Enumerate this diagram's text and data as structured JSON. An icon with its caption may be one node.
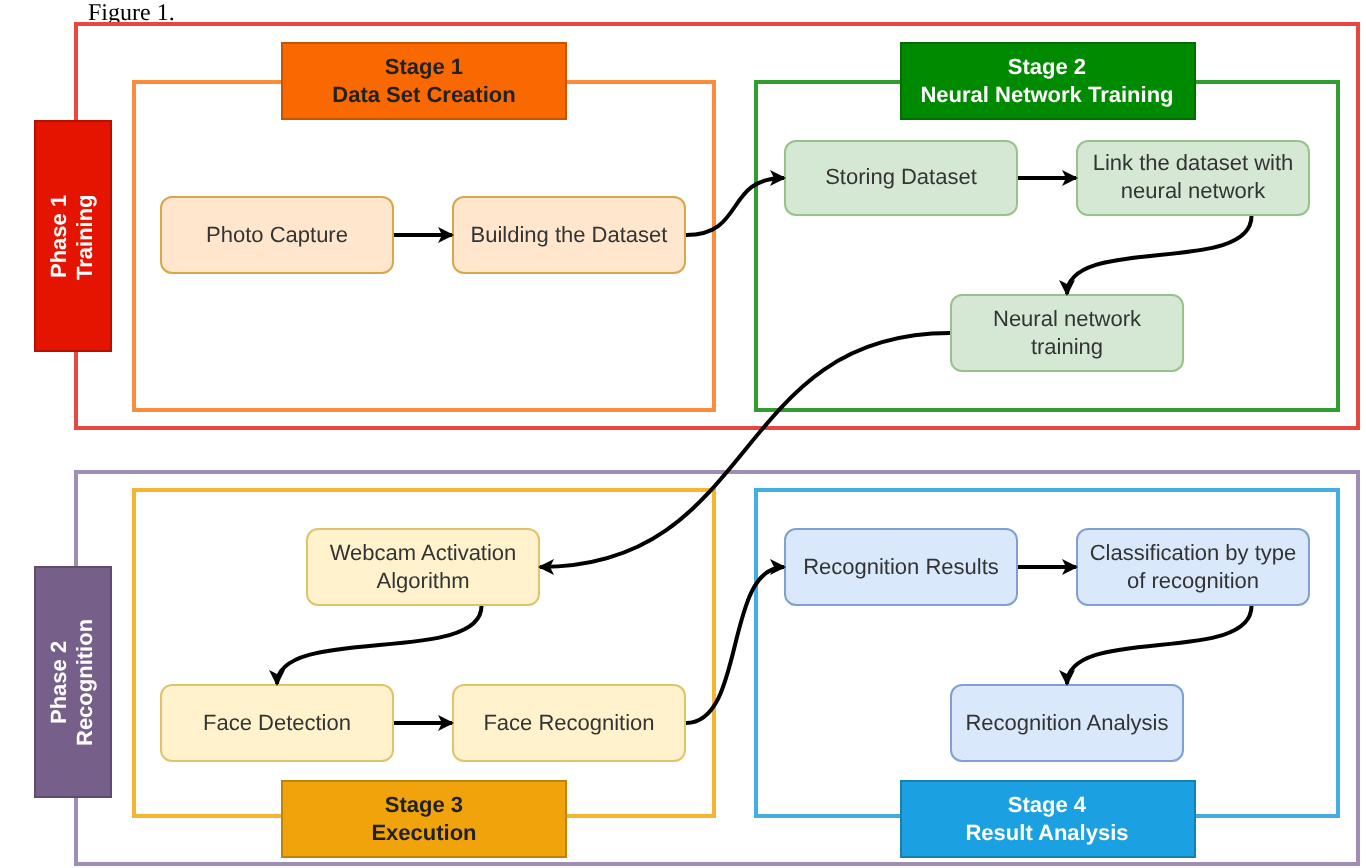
{
  "diagram": {
    "nodes": [
      {
        "text": [
          "Phase 1 Training"
        ]
      },
      {
        "text": [
          "Stage 1",
          "Data Set Creation"
        ],
        "in": 0
      },
      {
        "text": [
          "Photo Capture"
        ],
        "in": 1
      },
      {
        "text": [
          "Building the Dataset"
        ],
        "in": 1
      },
      {
        "text": [
          "Stage 2",
          "Neural Network Training"
        ],
        "in": 0
      },
      {
        "text": [
          "Storing Dataset"
        ],
        "in": 4
      },
      {
        "text": [
          "Link the dataset with neural network"
        ],
        "in": 4
      },
      {
        "text": [
          "Neural network training"
        ],
        "in": 4
      },
      {
        "text": [
          "Phase 2 Recognition"
        ]
      },
      {
        "text": [
          "Stage 3",
          "Execution"
        ],
        "in": 8
      },
      {
        "text": [
          "Webcam Activation Algorithm"
        ],
        "in": 9
      },
      {
        "text": [
          "Face Detection"
        ],
        "in": 9
      },
      {
        "text": [
          "Face Recognition"
        ],
        "in": 9
      },
      {
        "text": [
          "Stage 4",
          "Result Analysis"
        ],
        "in": 8
      },
      {
        "text": [
          "Recognition Results"
        ],
        "in": 13
      },
      {
        "text": [
          "Classification by type of recognition"
        ],
        "in": 13
      },
      {
        "text": [
          "Recognition Analysis"
        ],
        "in": 13
      }
    ],
    "edges": [
      {
        "from": 2,
        "to": 3,
        "arrow": "to"
      },
      {
        "from": 3,
        "to": 5,
        "arrow": "to"
      },
      {
        "from": 5,
        "to": 6,
        "arrow": "to"
      },
      {
        "from": 6,
        "to": 7,
        "arrow": "to"
      },
      {
        "from": 7,
        "to": 10,
        "arrow": "to"
      },
      {
        "from": 10,
        "to": 11,
        "arrow": "to"
      },
      {
        "from": 11,
        "to": 12,
        "arrow": "to"
      },
      {
        "from": 12,
        "to": 14,
        "arrow": "to"
      },
      {
        "from": 14,
        "to": 15,
        "arrow": "to"
      },
      {
        "from": 15,
        "to": 16,
        "arrow": "to"
      }
    ],
    "labels": [
      "Figure 1."
    ]
  }
}
